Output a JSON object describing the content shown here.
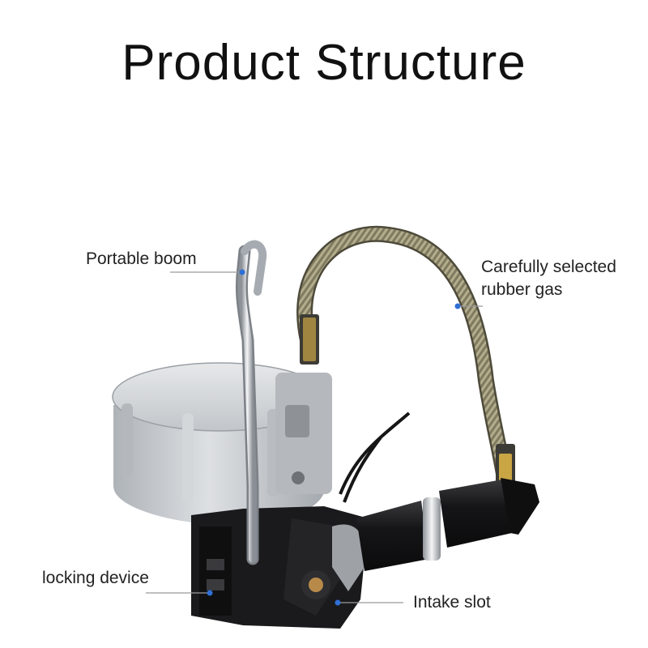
{
  "title": "Product Structure",
  "callouts": {
    "portable_boom": "Portable boom",
    "rubber_gas_line1": "Carefully selected",
    "rubber_gas_line2": "rubber gas",
    "locking_device": "locking device",
    "intake_slot": "Intake slot"
  },
  "colors": {
    "leader_line": "#9a9a9a",
    "marker_dot": "#2f6fd6",
    "housing": "#c9cdd1",
    "body_dark": "#1c1c1e",
    "hose": "#8f8a6e",
    "brass": "#c9a544"
  }
}
